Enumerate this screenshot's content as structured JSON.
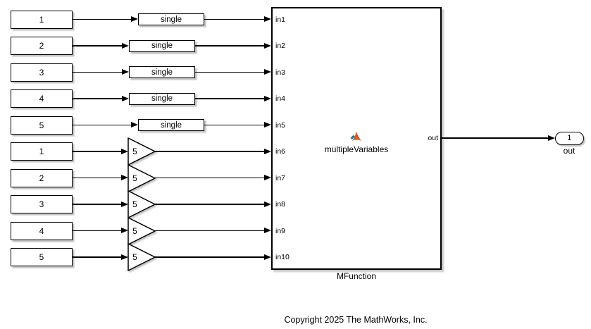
{
  "diagram": {
    "constant_blocks": [
      "1",
      "2",
      "3",
      "4",
      "5",
      "1",
      "2",
      "3",
      "4",
      "5"
    ],
    "single_blocks": [
      "single",
      "single",
      "single",
      "single",
      "single"
    ],
    "gain_blocks": [
      "5",
      "5",
      "5",
      "5",
      "5"
    ],
    "mfunction": {
      "function_name": "multipleVariables",
      "block_label": "MFunction",
      "input_ports": [
        "in1",
        "in2",
        "in3",
        "in4",
        "in5",
        "in6",
        "in7",
        "in8",
        "in9",
        "in10"
      ],
      "output_port": "out"
    },
    "outport": {
      "number": "1",
      "label": "out"
    },
    "copyright": "Copyright 2025 The MathWorks, Inc.",
    "icons": {
      "mfunction_icon": "matlab-logo"
    },
    "colors": {
      "background": "#ffffff",
      "block_fill": "#ffffff",
      "block_border": "#000000",
      "wire": "#000000",
      "logo_orange": "#d95f1e",
      "logo_orange_dark": "#b34312",
      "logo_blue": "#30709d"
    }
  }
}
